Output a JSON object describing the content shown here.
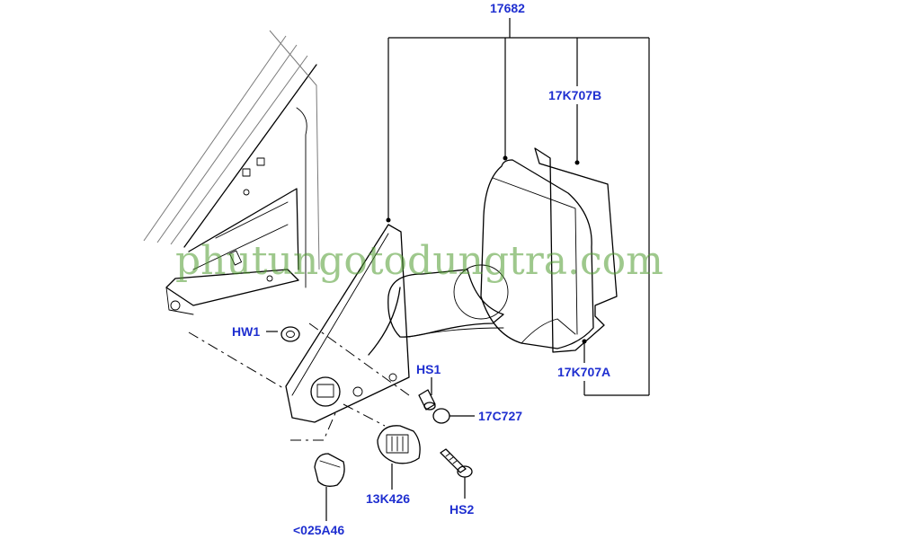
{
  "labels": {
    "assembly": "17682",
    "glass_b": "17K707B",
    "glass_a": "17K707A",
    "washer": "HW1",
    "screw_1": "HS1",
    "cap": "17C727",
    "connector": "13K426",
    "lamp": "<025A46",
    "screw_2": "HS2"
  },
  "watermark": "phutungotodungtra.com",
  "colors": {
    "label": "#1f2fd0",
    "watermark": "#4e9a2e",
    "line": "#000000"
  }
}
